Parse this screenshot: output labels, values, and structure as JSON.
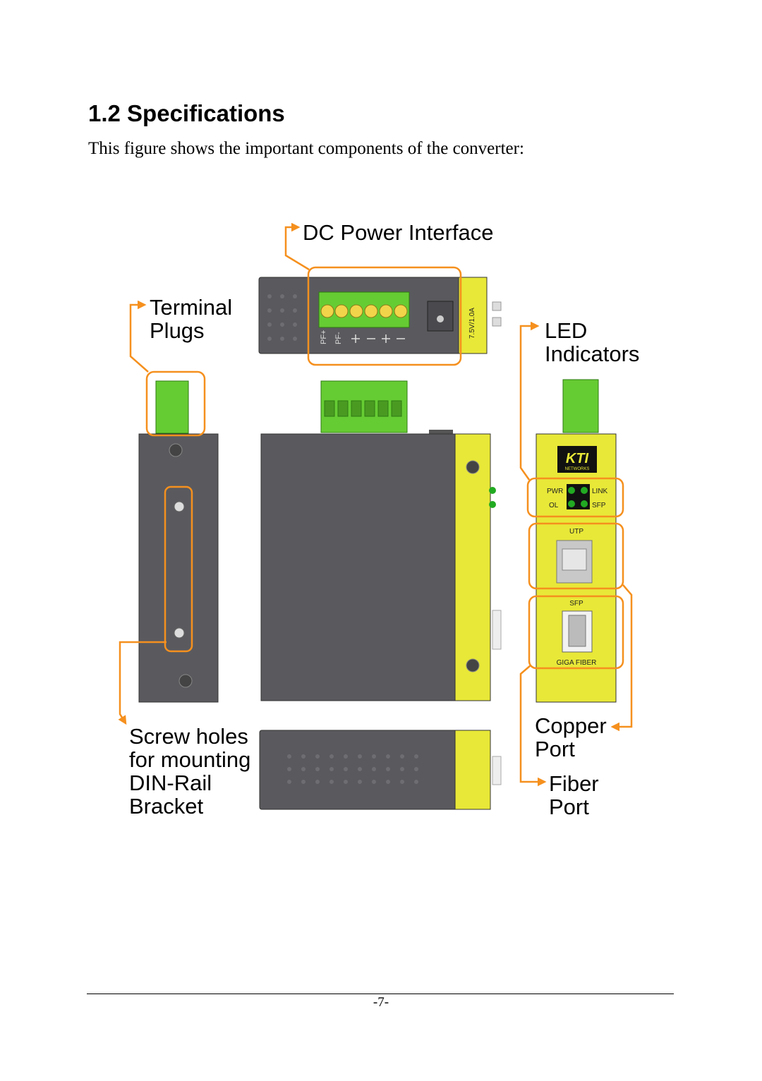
{
  "section": {
    "heading": "1.2 Specifications",
    "intro": "This figure shows the important components of the converter:"
  },
  "figure": {
    "callouts": {
      "dc_power": [
        "DC Power Interface"
      ],
      "terminal": [
        "Terminal",
        "Plugs"
      ],
      "led": [
        "LED",
        "Indicators"
      ],
      "screw": [
        "Screw holes",
        "for mounting",
        "DIN-Rail",
        "Bracket"
      ],
      "copper": [
        "Copper",
        "Port"
      ],
      "fiber": [
        "Fiber",
        "Port"
      ]
    },
    "device_labels": {
      "logo": "KTI",
      "logo_sub": "NETWORKS",
      "pwr": "PWR",
      "link": "LINK",
      "ol": "OL",
      "sfp": "SFP",
      "utp": "UTP",
      "sfp_port": "SFP",
      "giga_fiber": "GIGA FIBER",
      "pf_plus": "PF+",
      "pf_minus": "PF-",
      "voltage": "7.5V/1.0A"
    },
    "colors": {
      "callout_orange": "#f5901e",
      "housing_gray": "#5a5a5e",
      "panel_yellow": "#e8e838",
      "plug_green": "#66cc33",
      "led_green": "#22aa22"
    }
  },
  "footer": {
    "page_number": "-7-"
  }
}
